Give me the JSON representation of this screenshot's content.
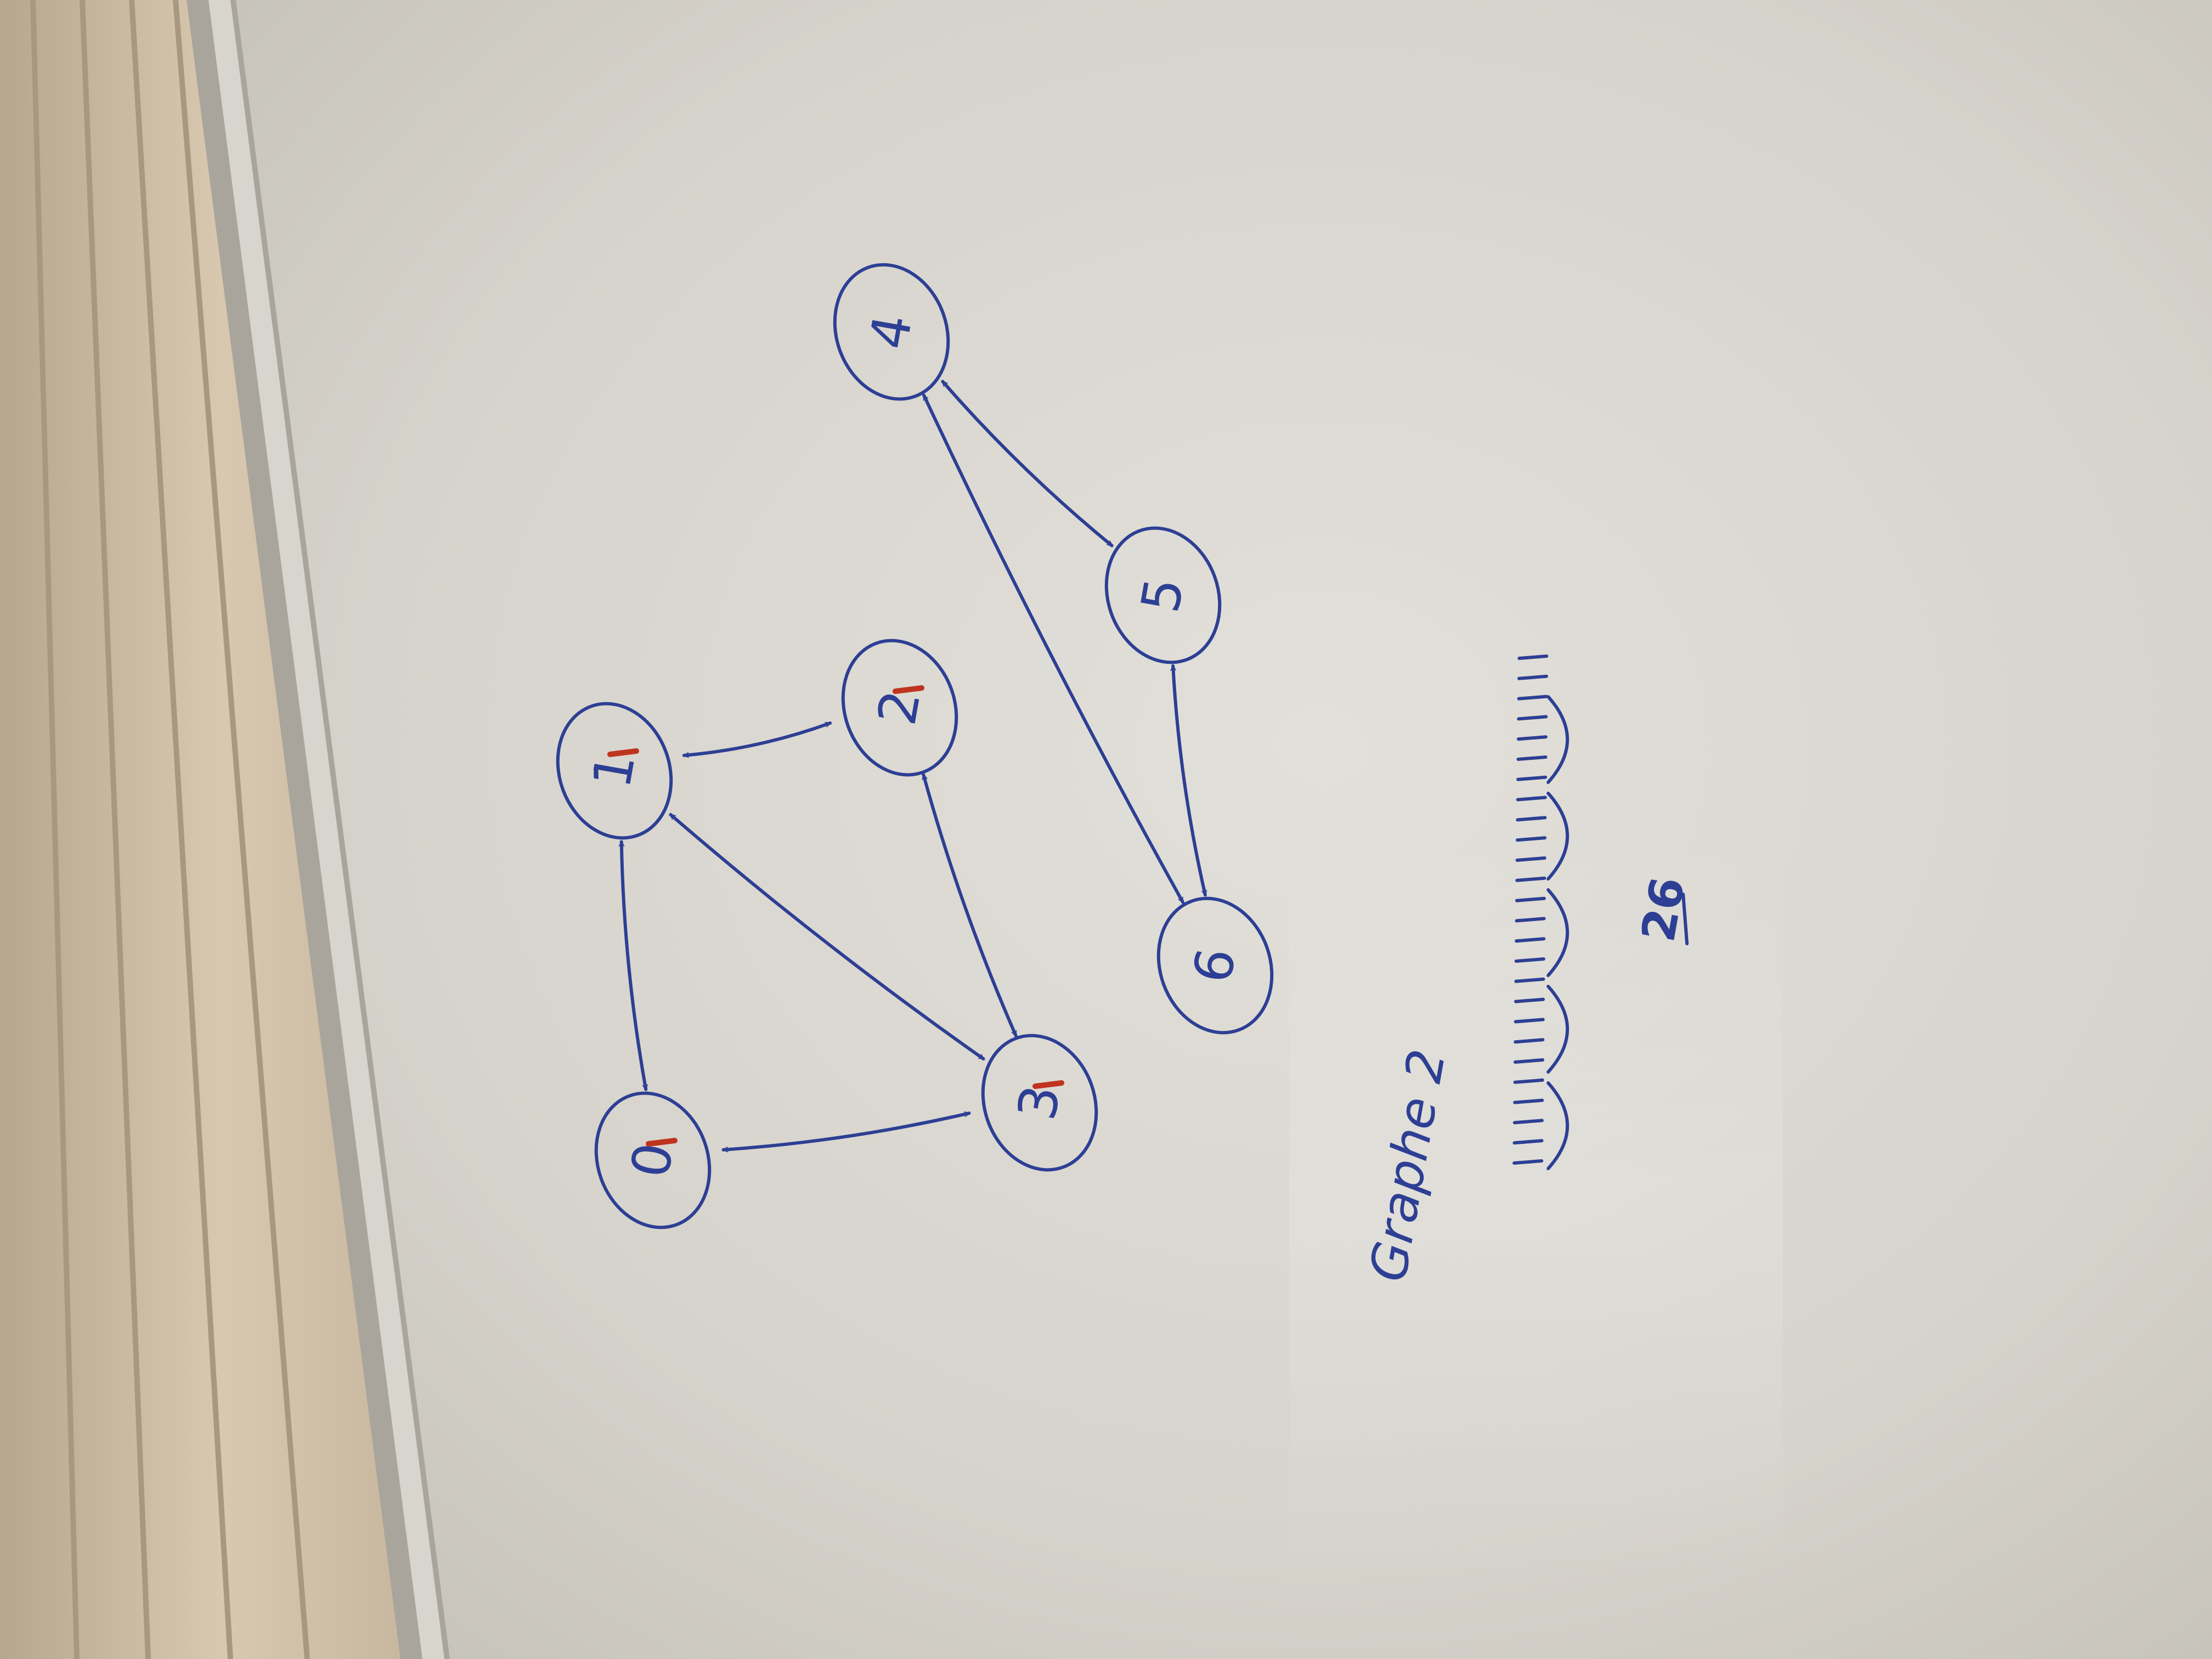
{
  "board": {
    "ink_color": "#2d3f94",
    "marker_color": "#c0341f",
    "surface_color": "#dcd9d2",
    "frame_color": "#bdb8ae",
    "wall_color": "#c9b9a3"
  },
  "graph": {
    "nodes": [
      {
        "id": "0",
        "label": "0",
        "marked": true
      },
      {
        "id": "1",
        "label": "1",
        "marked": true
      },
      {
        "id": "2",
        "label": "2",
        "marked": true
      },
      {
        "id": "3",
        "label": "3",
        "marked": true
      },
      {
        "id": "4",
        "label": "4",
        "marked": false
      },
      {
        "id": "5",
        "label": "5",
        "marked": false
      },
      {
        "id": "6",
        "label": "6",
        "marked": false
      }
    ],
    "edges": [
      {
        "from": "1",
        "to": "2",
        "bidirectional": true
      },
      {
        "from": "1",
        "to": "0",
        "bidirectional": true
      },
      {
        "from": "1",
        "to": "3",
        "bidirectional": true
      },
      {
        "from": "2",
        "to": "3",
        "bidirectional": true
      },
      {
        "from": "0",
        "to": "3",
        "bidirectional": true
      },
      {
        "from": "4",
        "to": "5",
        "bidirectional": true
      },
      {
        "from": "5",
        "to": "6",
        "bidirectional": true
      },
      {
        "from": "4",
        "to": "6",
        "bidirectional": true
      }
    ]
  },
  "caption": "Graphe 2",
  "tally": {
    "count": "26",
    "groups": 5
  }
}
